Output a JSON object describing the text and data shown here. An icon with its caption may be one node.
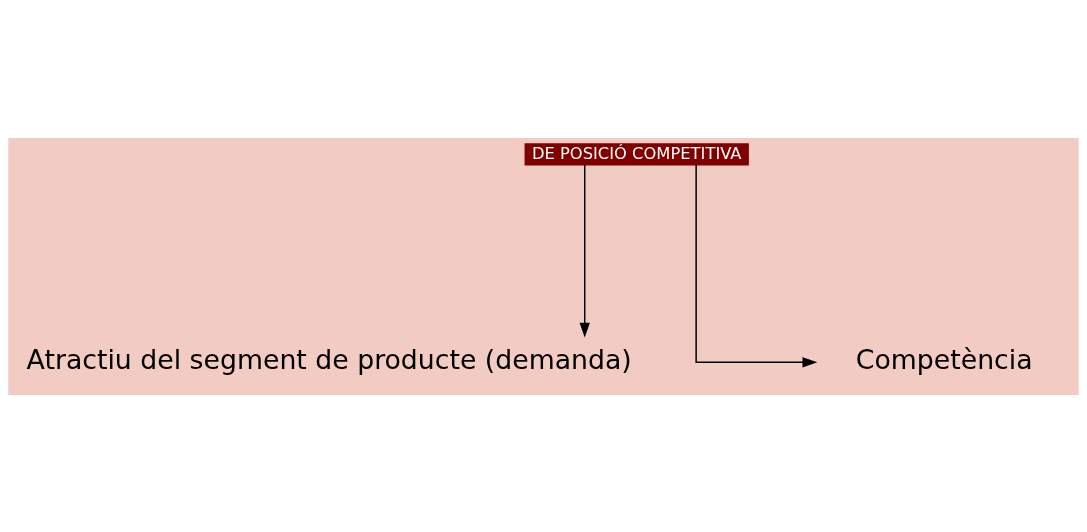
{
  "diagram": {
    "nodes": [
      {
        "text": [
          "DE POSICIÓ COMPETITIVA"
        ]
      },
      {
        "text": [
          "Atractiu del segment de producte (demanda)"
        ]
      },
      {
        "text": [
          "Competència"
        ]
      }
    ],
    "edges": [
      {
        "from": 0,
        "to": 1,
        "arrow": "to"
      },
      {
        "from": 0,
        "to": 2,
        "arrow": "to"
      }
    ]
  }
}
